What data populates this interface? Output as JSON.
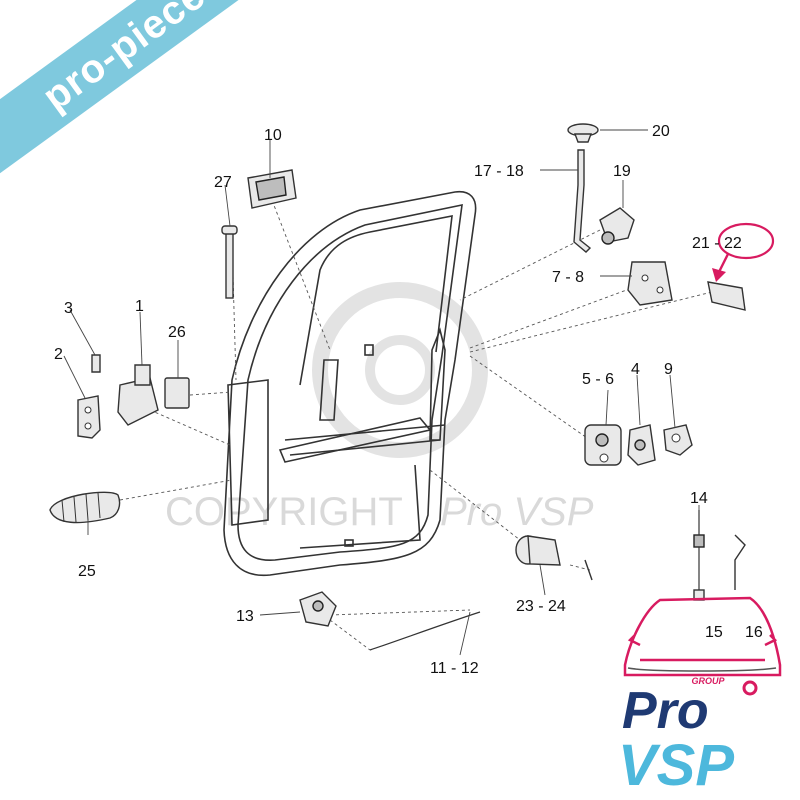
{
  "watermark": {
    "banner_text": "pro-piece-vsp.com",
    "copyright_word": "COPYRIGHT",
    "copyright_brand": "Pro VSP"
  },
  "callouts": {
    "c1": "1",
    "c2": "2",
    "c3": "3",
    "c4": "4",
    "c5_6": "5 - 6",
    "c7_8": "7 - 8",
    "c9": "9",
    "c10": "10",
    "c11_12": "11 - 12",
    "c13": "13",
    "c14": "14",
    "c15": "15",
    "c16": "16",
    "c17_18": "17 - 18",
    "c19": "19",
    "c20": "20",
    "c21_22": "21 - 22",
    "c23_24": "23 - 24",
    "c25": "25",
    "c26": "26",
    "c27": "27"
  },
  "logo": {
    "group": "GROUP",
    "pro": "Pro",
    "vsp": "VSP"
  },
  "colors": {
    "banner": "#7fc9de",
    "highlight": "#d81b60",
    "logo_blue": "#1f3a73",
    "logo_cyan": "#4db8dc"
  }
}
